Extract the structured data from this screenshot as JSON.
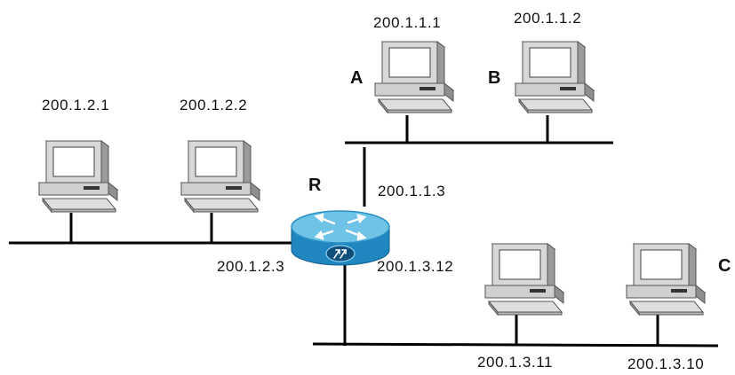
{
  "router": {
    "name": "R",
    "interfaces": [
      "200.1.1.3",
      "200.1.2.3",
      "200.1.3.12"
    ]
  },
  "hosts": {
    "a": {
      "name": "A",
      "ip": "200.1.1.1"
    },
    "b": {
      "name": "B",
      "ip": "200.1.1.2"
    },
    "h1": {
      "ip": "200.1.2.1"
    },
    "h2": {
      "ip": "200.1.2.2"
    },
    "h3": {
      "ip": "200.1.3.11"
    },
    "c": {
      "name": "C",
      "ip": "200.1.3.10"
    }
  },
  "colors": {
    "line": "#000000",
    "router_top": "#6fc3e6",
    "router_body": "#1f86c0",
    "pc_body": "#dcdcdc",
    "pc_screen": "#ffffff"
  },
  "icons": [
    "computer-icon",
    "router-icon"
  ]
}
